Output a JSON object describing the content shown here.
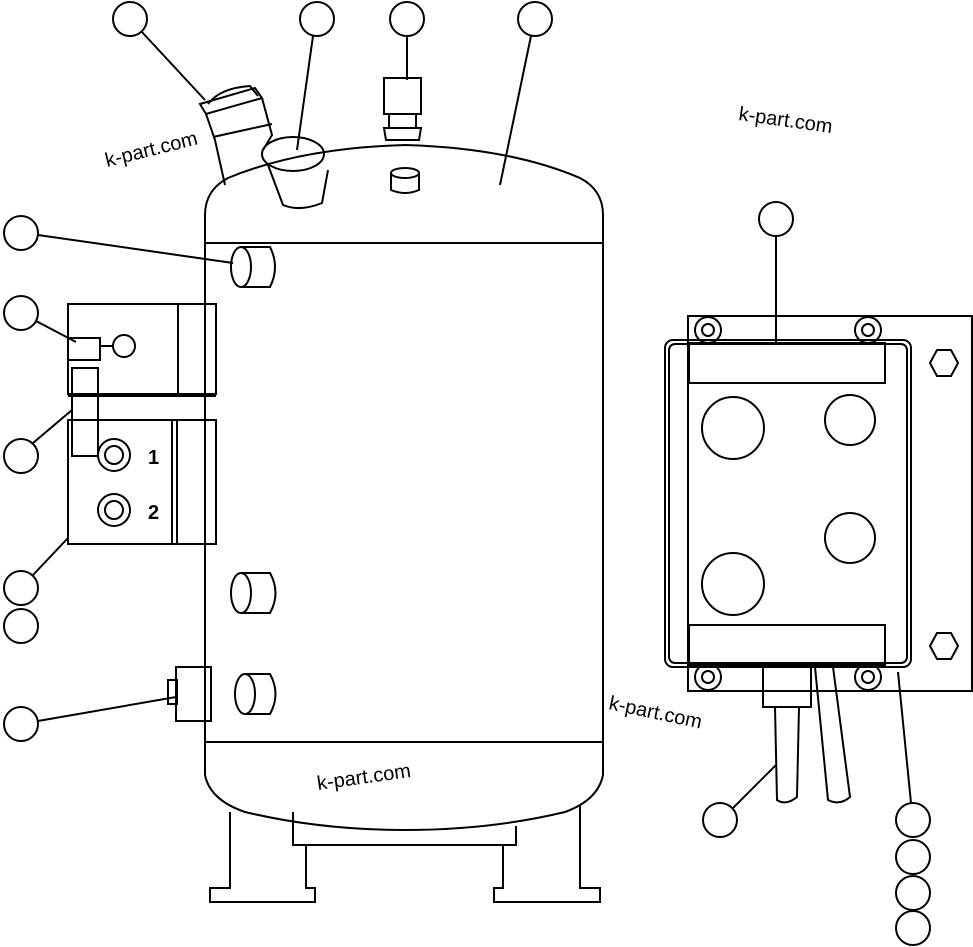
{
  "watermarks": [
    "k-part.com",
    "k-part.com",
    "k-part.com",
    "k-part.com"
  ],
  "valve_block": {
    "port_1": "1",
    "port_2": "2"
  },
  "callouts": {
    "count": 16,
    "labels": []
  },
  "colors": {
    "line": "#000000",
    "background": "#ffffff"
  }
}
